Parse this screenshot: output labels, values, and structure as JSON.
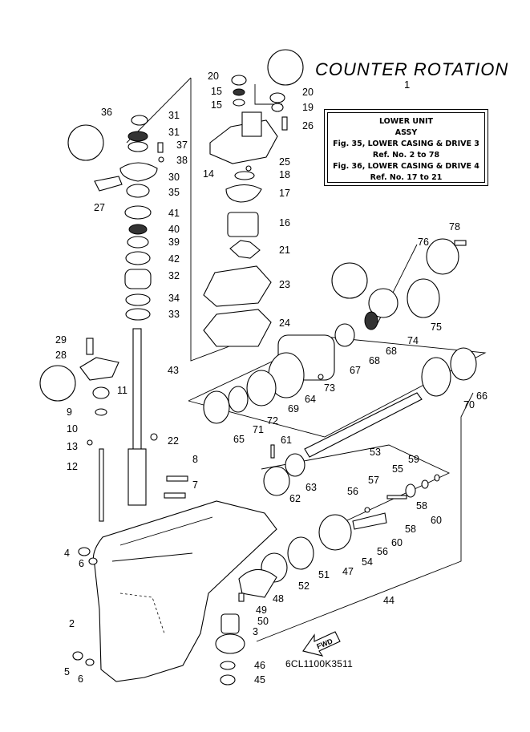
{
  "title": "COUNTER ROTATION",
  "assembly_ref": "1",
  "assembly_box": {
    "heading": "LOWER UNIT",
    "sub": "ASSY",
    "line1": "Fig. 35, LOWER CASING & DRIVE 3",
    "line2": "Ref. No. 2 to 78",
    "line3": "Fig. 36, LOWER CASING & DRIVE 4",
    "line4": "Ref. No. 17 to 21"
  },
  "drawing_code": "6CL1100K3511",
  "fwd_label": "FWD",
  "callouts": [
    "20",
    "15",
    "15",
    "20",
    "19",
    "26",
    "36",
    "31",
    "31",
    "37",
    "38",
    "30",
    "35",
    "27",
    "41",
    "40",
    "39",
    "42",
    "32",
    "34",
    "33",
    "14",
    "25",
    "18",
    "17",
    "16",
    "21",
    "23",
    "24",
    "78",
    "76",
    "75",
    "74",
    "68",
    "68",
    "67",
    "29",
    "28",
    "11",
    "9",
    "10",
    "13",
    "12",
    "43",
    "22",
    "8",
    "7",
    "73",
    "64",
    "69",
    "72",
    "71",
    "65",
    "66",
    "70",
    "61",
    "53",
    "63",
    "62",
    "59",
    "55",
    "57",
    "56",
    "58",
    "58",
    "60",
    "60",
    "56",
    "54",
    "47",
    "51",
    "52",
    "48",
    "49",
    "50",
    "3",
    "44",
    "4",
    "6",
    "2",
    "5",
    "6",
    "46",
    "45"
  ]
}
